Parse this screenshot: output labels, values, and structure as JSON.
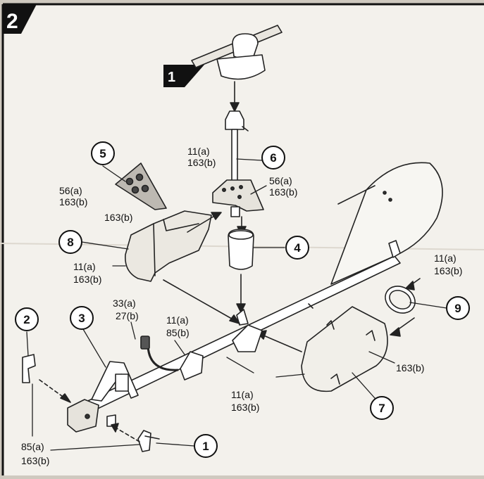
{
  "step": "2",
  "inset_step": "1",
  "callouts": [
    {
      "id": "c1",
      "number": "1"
    },
    {
      "id": "c2",
      "number": "2"
    },
    {
      "id": "c3",
      "number": "3"
    },
    {
      "id": "c4",
      "number": "4"
    },
    {
      "id": "c5",
      "number": "5"
    },
    {
      "id": "c6",
      "number": "6"
    },
    {
      "id": "c7",
      "number": "7"
    },
    {
      "id": "c8",
      "number": "8"
    },
    {
      "id": "c9",
      "number": "9"
    }
  ],
  "paint_codes": {
    "part5": [
      "56(a)",
      "163(b)"
    ],
    "part6": [
      "11(a)",
      "163(b)"
    ],
    "plate": [
      "56(a)",
      "163(b)"
    ],
    "part8_top": "163(b)",
    "part8": [
      "11(a)",
      "163(b)"
    ],
    "fin": [
      "11(a)",
      "163(b)"
    ],
    "wire": [
      "33(a)",
      "27(b)"
    ],
    "bracket": [
      "11(a)",
      "85(b)"
    ],
    "fairing": "163(b)",
    "boom": [
      "11(a)",
      "163(b)"
    ],
    "part2": [
      "85(a)",
      "163(b)"
    ]
  }
}
